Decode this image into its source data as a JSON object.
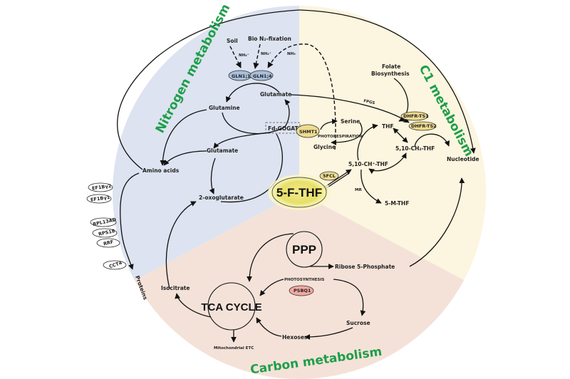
{
  "sectors": {
    "nitrogen": {
      "title": "Nitrogen metabolism",
      "color": "#dde3f0"
    },
    "c1": {
      "title": "C1 metabolism",
      "color": "#fcf5df"
    },
    "carbon": {
      "title": "Carbon metabolism",
      "color": "#f4e2d8"
    }
  },
  "center": {
    "label": "5-F-THF",
    "color": "#ece57a"
  },
  "nitrogen": {
    "soil": "Soil",
    "bio": "Bio N₂-fixation",
    "nh4a": "NH₄⁺",
    "nh4b": "NH₄⁺",
    "nh3": "NH₃",
    "gln11": "GLN1;1",
    "gln14": "GLN1;4",
    "glutamate_top": "Glutamate",
    "glutamine": "Glutamine",
    "fdgogat": "Fd-GOGAT",
    "glutamate_mid": "Glutamate",
    "amino_acids": "Amino acids",
    "oxoglutarate": "2-oxoglutarate"
  },
  "c1": {
    "folate": "Folate",
    "biosynthesis": "Biosynthesis",
    "fpgs": "FPGS",
    "dhfr1": "DHFR-TS1",
    "dhfr2": "DHFR-TS2",
    "shmt1": "SHMT1",
    "serine": "Serine",
    "photoresp": "PHOTORESPIRATION",
    "glycine": "Glycine",
    "thf": "THF",
    "ch2thf": "5,10-CH₂-THF",
    "chthf": "5,10-CH⁺-THF",
    "nucleotide": "Nucleotide",
    "sfcl": "5FCL",
    "mr": "MR",
    "mthf": "5-M-THF"
  },
  "carbon": {
    "ppp": "PPP",
    "ribose": "Ribose 5-Phosphate",
    "photosynthesis": "PHOTOSYNTHESIS",
    "psbq1": "PSBQ1",
    "tca": "TCA CYCLE",
    "isocitrate": "Isocitrate",
    "sucrose": "Sucrose",
    "hexoses": "Hexoses",
    "etc": "Mitochondrial ETC"
  },
  "proteins": {
    "label": "Proteins",
    "factors": [
      "EF1Bγ2",
      "EF1Bγ1",
      "RPL13AD",
      "RPS18",
      "RRF",
      "CCT4"
    ]
  }
}
